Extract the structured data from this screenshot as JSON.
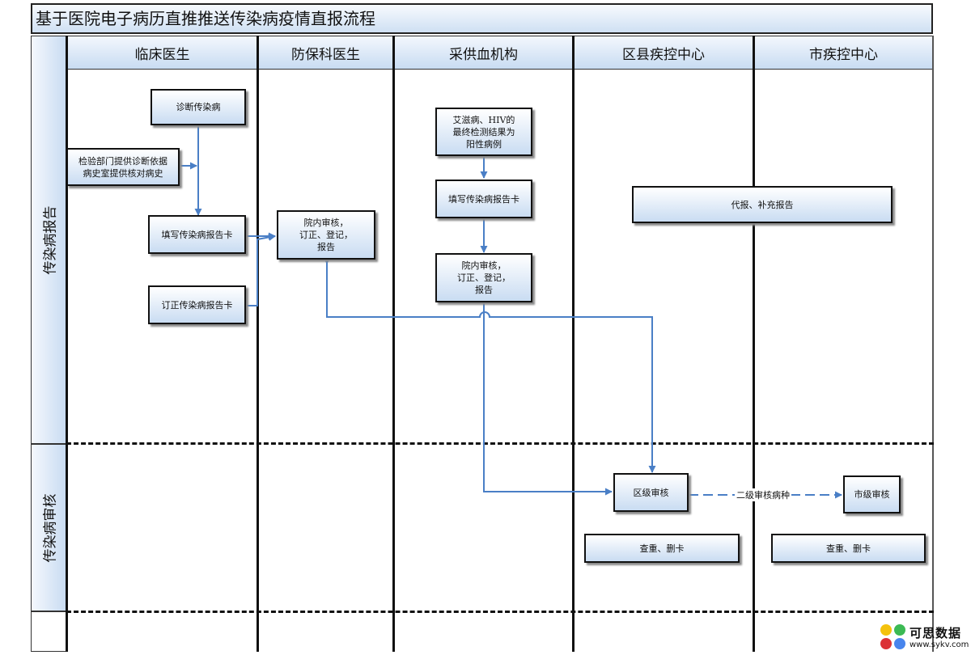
{
  "title": "基于医院电子病历直推推送传染病疫情直报流程",
  "lanes": [
    "临床医生",
    "防保科医生",
    "采供血机构",
    "区县疾控中心",
    "市疾控中心"
  ],
  "phases": [
    "传染病报告",
    "传染病审核"
  ],
  "nodes": {
    "diagnose": "诊断传染病",
    "lab_support": "检验部门提供诊断依据\n病史室提供核对病史",
    "fill_card_clinic": "填写传染病报告卡",
    "correct_card": "订正传染病报告卡",
    "hospital_review_fangbao": "院内审核，\n订正、登记，\n报告",
    "hiv_result": "艾滋病、HIV的\n最终检测结果为\n阳性病例",
    "fill_card_blood": "填写传染病报告卡",
    "hospital_review_blood": "院内审核，\n订正、登记，\n报告",
    "proxy_report": "代报、补充报告",
    "district_review": "区级审核",
    "city_review": "市级审核",
    "dedupe_district": "查重、删卡",
    "dedupe_city": "查重、删卡"
  },
  "edge_labels": {
    "second_level": "二级审核病种"
  },
  "watermark": {
    "brand": "可思数据",
    "url": "www.sykv.com"
  },
  "colors": {
    "arrow": "#4a7fc6",
    "node_fill_top": "#ffffff",
    "node_fill_bottom": "#c9dcf2",
    "header_fill": "#c8dcf2"
  }
}
